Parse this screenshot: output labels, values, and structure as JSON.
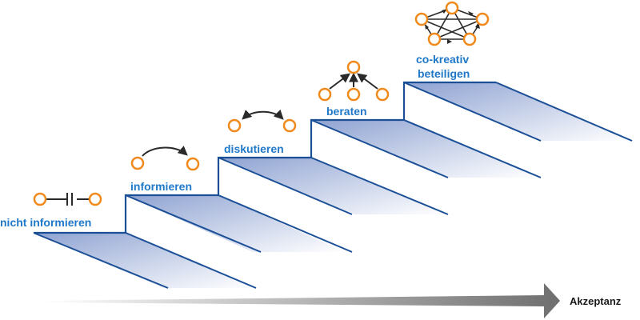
{
  "steps": [
    {
      "label": "nicht informieren",
      "icon": "blocked-link-icon"
    },
    {
      "label": "informieren",
      "icon": "one-way-arrow-icon"
    },
    {
      "label": "diskutieren",
      "icon": "two-way-arrow-icon"
    },
    {
      "label": "beraten",
      "icon": "converging-arrows-icon"
    },
    {
      "label_line1": "co-kreativ",
      "label_line2": "beteiligen",
      "icon": "network-icon"
    }
  ],
  "axis": {
    "label": "Akzeptanz"
  },
  "colors": {
    "label_blue": "#1f78c8",
    "stair_edge": "#1b4f96",
    "tread_start": "#9fb0d6",
    "tread_end": "#ffffff",
    "node_orange": "#f08a1c",
    "arrow_dark": "#2a2a2a"
  }
}
